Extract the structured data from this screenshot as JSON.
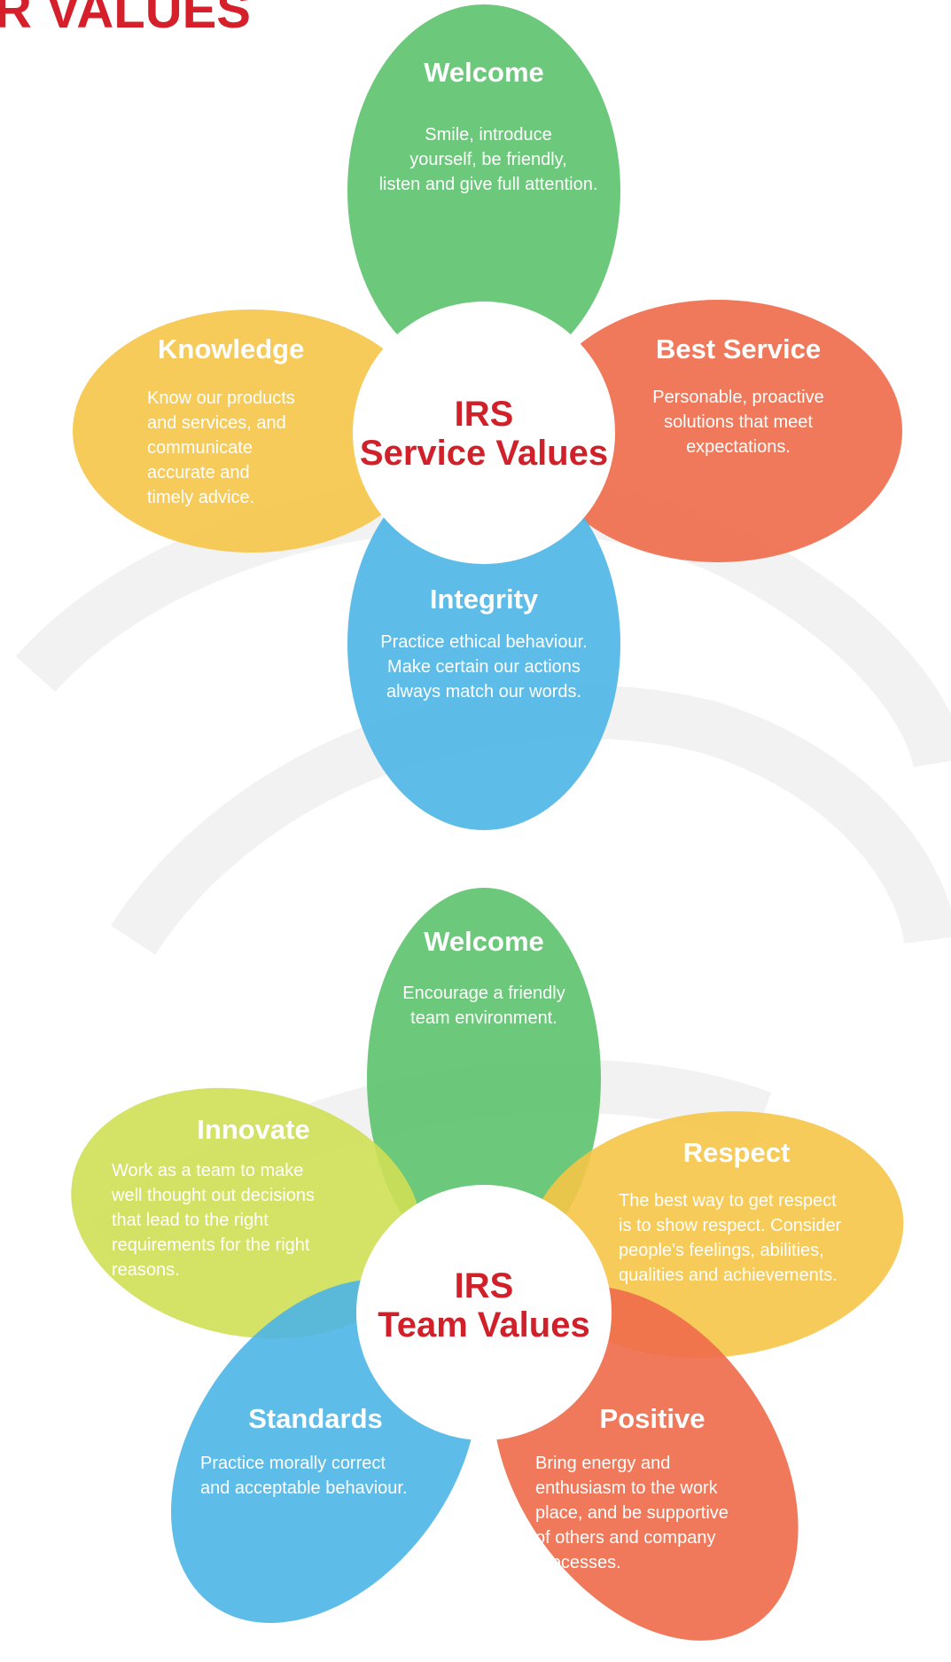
{
  "page": {
    "title": "R VALUES"
  },
  "colors": {
    "green": "#5cc26c",
    "red": "#ee6a4a",
    "yellow": "#f6c547",
    "blue": "#4db5e6",
    "lime": "#cfdf55",
    "brand_red": "#d0202a"
  },
  "service": {
    "center_line1": "IRS",
    "center_line2": "Service Values",
    "welcome": {
      "title": "Welcome",
      "lines": [
        "Smile, introduce",
        "yourself, be friendly,",
        "listen and give full attention."
      ]
    },
    "knowledge": {
      "title": "Knowledge",
      "lines": [
        "Know our products",
        "and services, and",
        "communicate",
        "accurate and",
        "timely advice."
      ]
    },
    "best_service": {
      "title": "Best Service",
      "lines": [
        "Personable, proactive",
        "solutions that meet",
        "expectations."
      ]
    },
    "integrity": {
      "title": "Integrity",
      "lines": [
        "Practice ethical behaviour.",
        "Make certain our actions",
        "always match our words."
      ]
    }
  },
  "team": {
    "center_line1": "IRS",
    "center_line2": "Team Values",
    "welcome": {
      "title": "Welcome",
      "lines": [
        "Encourage a friendly",
        "team environment."
      ]
    },
    "innovate": {
      "title": "Innovate",
      "lines": [
        "Work as a team to make",
        "well thought out decisions",
        "that lead to the right",
        "requirements for the right",
        "reasons."
      ]
    },
    "respect": {
      "title": "Respect",
      "lines": [
        "The best way to get respect",
        "is to show respect. Consider",
        "people's feelings, abilities,",
        "qualities and achievements."
      ]
    },
    "standards": {
      "title": "Standards",
      "lines": [
        "Practice morally correct",
        "and acceptable behaviour."
      ]
    },
    "positive": {
      "title": "Positive",
      "lines": [
        "Bring energy and",
        "enthusiasm to the work",
        "place, and be supportive",
        "of others and company",
        "processes."
      ]
    }
  }
}
